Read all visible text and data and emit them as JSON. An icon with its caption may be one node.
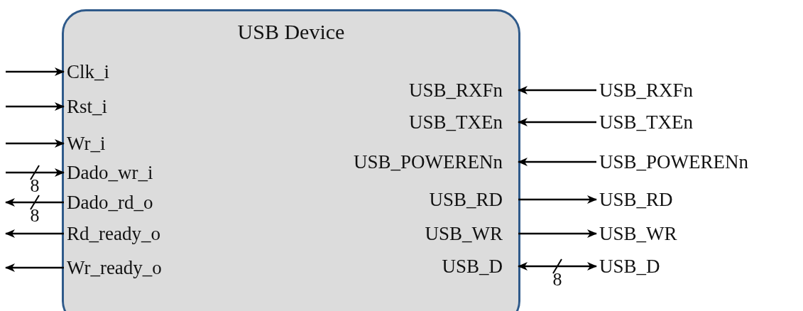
{
  "diagram": {
    "nodes": [
      {
        "text": [
          "USB Device"
        ]
      },
      {
        "text": [
          "Clk_i"
        ],
        "in": 0
      },
      {
        "text": [
          "Rst_i"
        ],
        "in": 0
      },
      {
        "text": [
          "Wr_i"
        ],
        "in": 0
      },
      {
        "text": [
          "Dado_wr_i"
        ],
        "in": 0
      },
      {
        "text": [
          "Dado_rd_o"
        ],
        "in": 0
      },
      {
        "text": [
          "Rd_ready_o"
        ],
        "in": 0
      },
      {
        "text": [
          "Wr_ready_o"
        ],
        "in": 0
      },
      {
        "text": [
          "USB_RXFn"
        ],
        "in": 0
      },
      {
        "text": [
          "USB_TXEn"
        ],
        "in": 0
      },
      {
        "text": [
          "USB_POWERENn"
        ],
        "in": 0
      },
      {
        "text": [
          "USB_RD"
        ],
        "in": 0
      },
      {
        "text": [
          "USB_WR"
        ],
        "in": 0
      },
      {
        "text": [
          "USB_D"
        ],
        "in": 0
      },
      {
        "text": [
          "USB_RXFn"
        ]
      },
      {
        "text": [
          "USB_TXEn"
        ]
      },
      {
        "text": [
          "USB_POWERENn"
        ]
      },
      {
        "text": [
          "USB_RD"
        ]
      },
      {
        "text": [
          "USB_WR"
        ]
      },
      {
        "text": [
          "USB_D"
        ]
      }
    ],
    "edges": [
      {
        "from": null,
        "to": 1,
        "arrow": "to"
      },
      {
        "from": null,
        "to": 2,
        "arrow": "to"
      },
      {
        "from": null,
        "to": 3,
        "arrow": "to"
      },
      {
        "from": null,
        "to": 4,
        "arrow": "to",
        "label": "8"
      },
      {
        "from": 5,
        "to": null,
        "arrow": "to",
        "label": "8"
      },
      {
        "from": 6,
        "to": null,
        "arrow": "to"
      },
      {
        "from": 7,
        "to": null,
        "arrow": "to"
      },
      {
        "from": 14,
        "to": 8,
        "arrow": "to"
      },
      {
        "from": 15,
        "to": 9,
        "arrow": "to"
      },
      {
        "from": 16,
        "to": 10,
        "arrow": "to"
      },
      {
        "from": 11,
        "to": 17,
        "arrow": "to"
      },
      {
        "from": 12,
        "to": 18,
        "arrow": "to"
      },
      {
        "from": 13,
        "to": 19,
        "arrow": "both",
        "label": "8"
      }
    ]
  }
}
